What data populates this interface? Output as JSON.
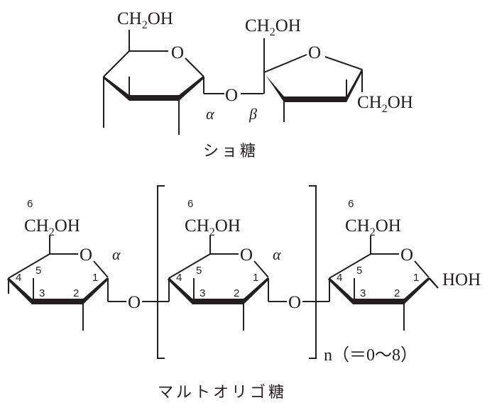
{
  "sucrose": {
    "name": "ショ糖",
    "glucose_ch2oh": {
      "main": "CH",
      "sub": "2",
      "rest": "OH"
    },
    "fructose_ch2oh_top": {
      "main": "CH",
      "sub": "2",
      "rest": "OH"
    },
    "fructose_ch2oh_right": {
      "main": "CH",
      "sub": "2",
      "rest": "OH"
    },
    "ring_o": "O",
    "furanose_o": "O",
    "link_o": "O",
    "alpha": "α",
    "beta": "β"
  },
  "maltooligo": {
    "name": "マルトオリゴ糖",
    "units": [
      {
        "c6": "6",
        "ch2oh": {
          "main": "CH",
          "sub": "2",
          "rest": "OH"
        },
        "ring_o": "O",
        "c1": "1",
        "c2": "2",
        "c3": "3",
        "c4": "4",
        "c5": "5",
        "anomer": "α",
        "link_o": "O"
      },
      {
        "c6": "6",
        "ch2oh": {
          "main": "CH",
          "sub": "2",
          "rest": "OH"
        },
        "ring_o": "O",
        "c1": "1",
        "c2": "2",
        "c3": "3",
        "c4": "4",
        "c5": "5",
        "anomer": "α",
        "link_o": "O"
      },
      {
        "c6": "6",
        "ch2oh": {
          "main": "CH",
          "sub": "2",
          "rest": "OH"
        },
        "ring_o": "O",
        "c1": "1",
        "c2": "2",
        "c3": "3",
        "c4": "4",
        "c5": "5",
        "end_group": "HOH"
      }
    ],
    "repeat_label": "n（＝0～8）"
  }
}
